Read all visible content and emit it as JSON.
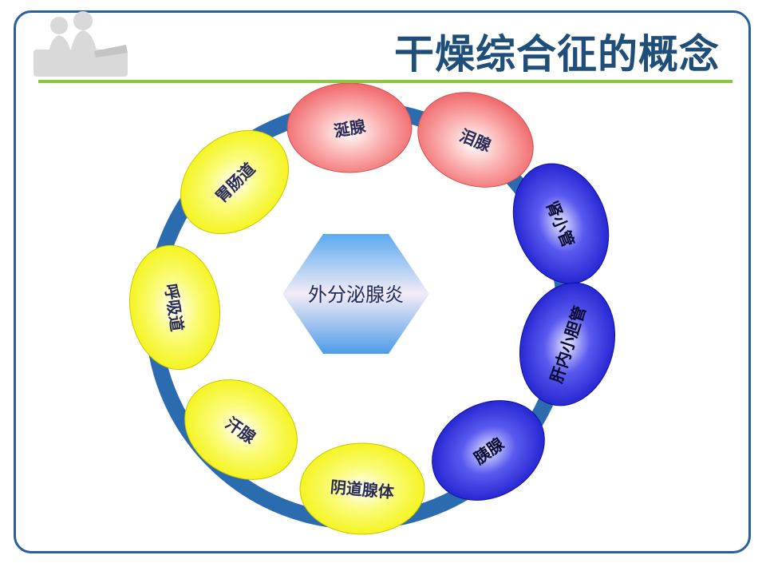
{
  "slide": {
    "title": "干燥综合征的概念"
  },
  "center": {
    "label": "外分泌腺炎"
  },
  "nodes": [
    {
      "id": "salivary",
      "label": "涎腺",
      "color": "red"
    },
    {
      "id": "lacrimal",
      "label": "泪腺",
      "color": "red"
    },
    {
      "id": "renal-tubule",
      "label": "肾小管",
      "color": "blue"
    },
    {
      "id": "intrahepatic-bile-duct",
      "label": "肝内小胆管",
      "color": "blue"
    },
    {
      "id": "pancreas",
      "label": "胰腺",
      "color": "blue"
    },
    {
      "id": "vaginal-gland",
      "label": "阴道腺体",
      "color": "yellow"
    },
    {
      "id": "sweat-gland",
      "label": "汗腺",
      "color": "yellow"
    },
    {
      "id": "respiratory-tract",
      "label": "呼吸道",
      "color": "yellow"
    },
    {
      "id": "gi-tract",
      "label": "胃肠道",
      "color": "yellow"
    }
  ],
  "colors": {
    "frame": "#2a5f9e",
    "title": "#1f4e79",
    "rule": "#8cc63f",
    "ring": "#2b6cb0",
    "red": "#f26d6d",
    "blue": "#2323d8",
    "yellow": "#f5f50f"
  }
}
